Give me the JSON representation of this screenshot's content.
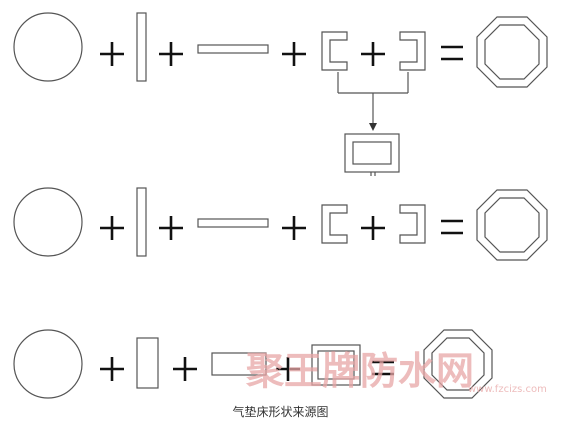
{
  "caption": "气垫床形状来源图",
  "watermark": {
    "brand_text": "聚王牌防水网",
    "url_text": "www.fzcizs.com",
    "color": "#e8a6a6"
  },
  "colors": {
    "line": "#555555",
    "operator": "#111111"
  }
}
